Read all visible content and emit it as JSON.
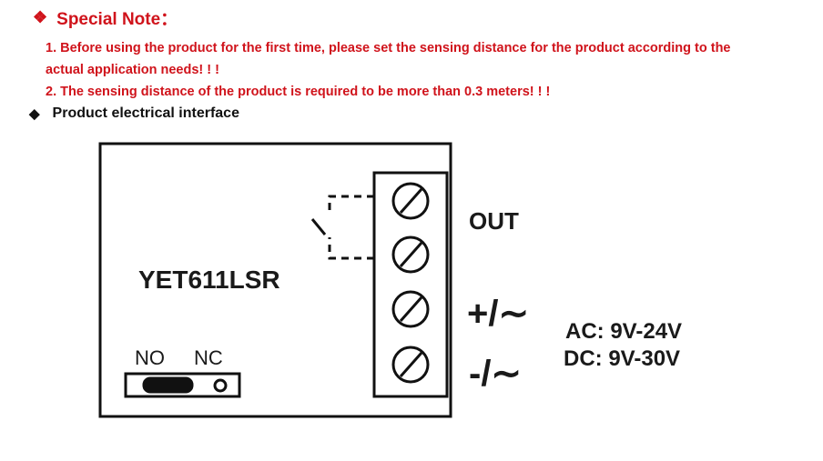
{
  "note": {
    "icon": "four-diamond-bullet-icon",
    "title": "Special Note：",
    "lines": [
      "1. Before using the product for the first time, please set the sensing distance for the product according to the",
      "actual application needs! ! !",
      "2. The sensing distance of the product is required to be more than 0.3 meters! ! !"
    ],
    "color": "#d0131b"
  },
  "section": {
    "icon": "diamond-bullet-icon",
    "title": "Product electrical interface"
  },
  "diagram": {
    "model": "YET611LSR",
    "terminals": [
      "OUT",
      "+/∼",
      "-/∼"
    ],
    "jumper_labels": [
      "NO",
      "NC"
    ],
    "power": [
      "AC: 9V-24V",
      "DC: 9V-30V"
    ]
  }
}
